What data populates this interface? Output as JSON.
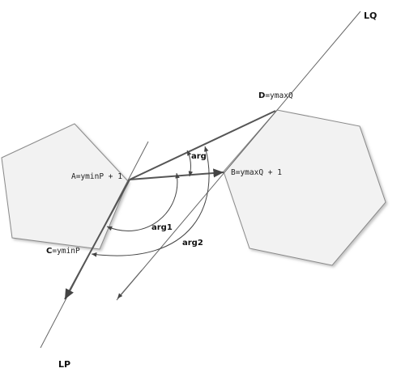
{
  "labels": {
    "lq": "LQ",
    "lp": "LP",
    "d": {
      "letter": "D",
      "text": "=ymaxQ"
    },
    "b": {
      "letter": "B",
      "text": "=ymaxQ + 1"
    },
    "a": {
      "letter": "A",
      "text": "=yminP + 1"
    },
    "c": {
      "letter": "C",
      "text": "=yminP"
    },
    "arg": "arg",
    "arg1": "arg1",
    "arg2": "arg2"
  },
  "colors": {
    "polygon_fill": "#f2f2f2",
    "polygon_stroke": "#8a8a8a",
    "line": "#555555",
    "line_dark": "#444444"
  }
}
